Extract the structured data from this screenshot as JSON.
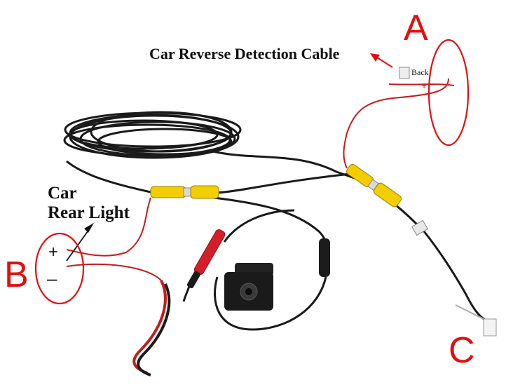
{
  "labels": {
    "reverse_cable": "Car Reverse Detection Cable",
    "car": "Car",
    "rear_light": "Rear Light",
    "back_tag": "Back",
    "plus_a": "+",
    "plus_b": "+",
    "minus_b": "–",
    "letter_a": "A",
    "letter_b": "B",
    "letter_c": "C"
  },
  "colors": {
    "callout_red": "#e01010",
    "cable_black": "#1a1a1a",
    "wire_red": "#c41c1c",
    "rca_yellow": "#f2cd00"
  }
}
